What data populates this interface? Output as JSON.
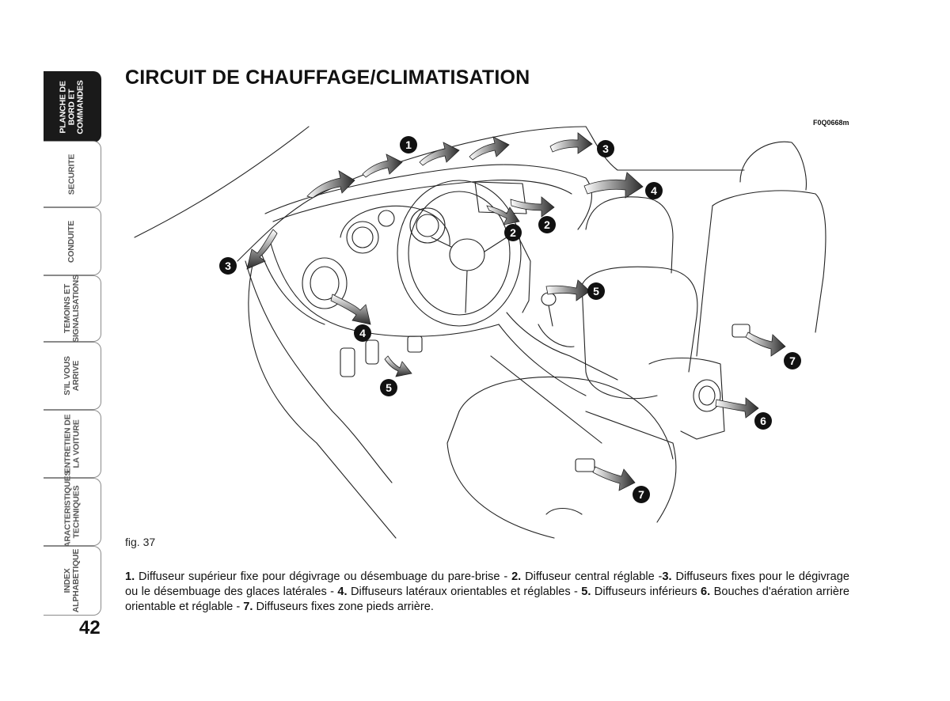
{
  "page": {
    "title": "CIRCUIT DE CHAUFFAGE/CLIMATISATION",
    "page_number": "42",
    "figure_code": "F0Q0668m",
    "figure_label": "fig. 37"
  },
  "sidebar": {
    "tabs": [
      {
        "label": "PLANCHE DE\nBORD ET\nCOMMANDES",
        "active": true
      },
      {
        "label": "SECURITE",
        "active": false
      },
      {
        "label": "CONDUITE",
        "active": false
      },
      {
        "label": "TEMOINS ET\nSIGNALISATIONS",
        "active": false
      },
      {
        "label": "S'IL VOUS\nARRIVE",
        "active": false
      },
      {
        "label": "ENTRETIEN DE\nLA VOITURE",
        "active": false
      },
      {
        "label": "CARACTERISTIQUES\nTECHNIQUES",
        "active": false
      },
      {
        "label": "INDEX\nALPHABETIQUE",
        "active": false
      }
    ]
  },
  "callouts": [
    "1",
    "2",
    "2",
    "3",
    "3",
    "4",
    "4",
    "5",
    "5",
    "6",
    "7",
    "7"
  ],
  "caption": [
    {
      "num": "1.",
      "text": " Diffuseur supérieur fixe pour dégivrage ou désembuage du pare-brise - "
    },
    {
      "num": "2.",
      "text": " Diffuseur central réglable -"
    },
    {
      "num": "3.",
      "text": " Diffuseurs fixes pour le dégivrage ou le désembuage des glaces latérales - "
    },
    {
      "num": "4.",
      "text": " Diffuseurs latéraux orientables et réglables - "
    },
    {
      "num": "5.",
      "text": " Diffuseurs inférieurs "
    },
    {
      "num": "6.",
      "text": " Bouches d'aération arrière orientable et réglable - "
    },
    {
      "num": "7.",
      "text": " Diffuseurs fixes zone pieds arrière."
    }
  ]
}
